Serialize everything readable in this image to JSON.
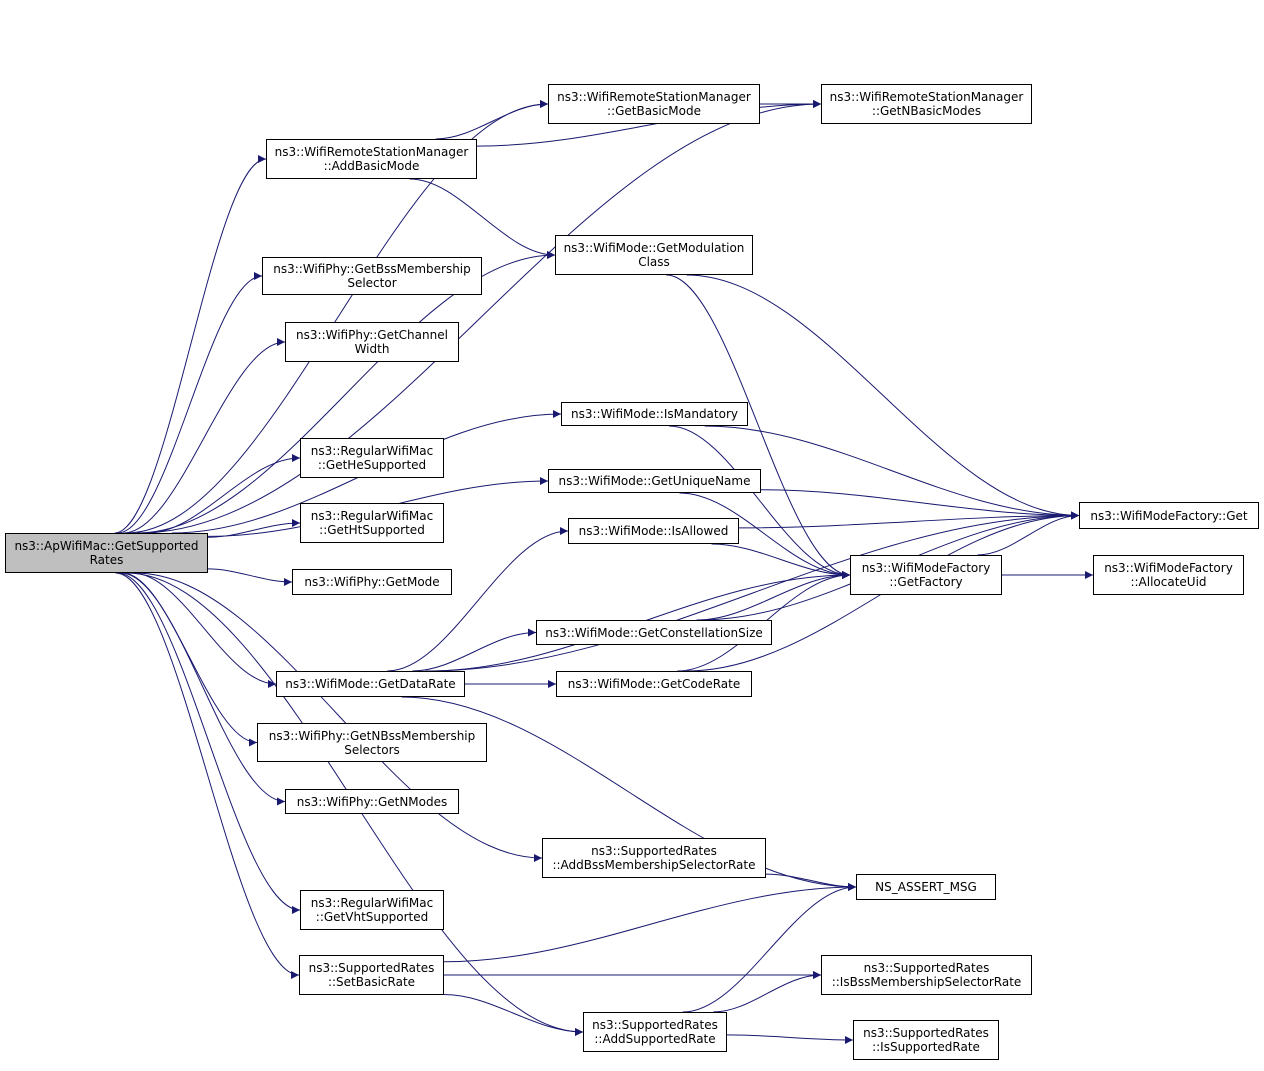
{
  "nodes": [
    {
      "id": "root",
      "lines": [
        "ns3::ApWifiMac::GetSupported",
        "Rates"
      ]
    },
    {
      "id": "getBasicMode",
      "lines": [
        "ns3::WifiRemoteStationManager",
        "::GetBasicMode"
      ]
    },
    {
      "id": "getNBasicModes",
      "lines": [
        "ns3::WifiRemoteStationManager",
        "::GetNBasicModes"
      ]
    },
    {
      "id": "addBasicMode",
      "lines": [
        "ns3::WifiRemoteStationManager",
        "::AddBasicMode"
      ]
    },
    {
      "id": "getModulationClass",
      "lines": [
        "ns3::WifiMode::GetModulation",
        "Class"
      ]
    },
    {
      "id": "getBssMembershipSelector",
      "lines": [
        "ns3::WifiPhy::GetBssMembership",
        "Selector"
      ]
    },
    {
      "id": "getChannelWidth",
      "lines": [
        "ns3::WifiPhy::GetChannel",
        "Width"
      ]
    },
    {
      "id": "isMandatory",
      "lines": [
        "ns3::WifiMode::IsMandatory"
      ]
    },
    {
      "id": "getHeSupported",
      "lines": [
        "ns3::RegularWifiMac",
        "::GetHeSupported"
      ]
    },
    {
      "id": "getUniqueName",
      "lines": [
        "ns3::WifiMode::GetUniqueName"
      ]
    },
    {
      "id": "factoryGet",
      "lines": [
        "ns3::WifiModeFactory::Get"
      ]
    },
    {
      "id": "getHtSupported",
      "lines": [
        "ns3::RegularWifiMac",
        "::GetHtSupported"
      ]
    },
    {
      "id": "isAllowed",
      "lines": [
        "ns3::WifiMode::IsAllowed"
      ]
    },
    {
      "id": "getFactory",
      "lines": [
        "ns3::WifiModeFactory",
        "::GetFactory"
      ]
    },
    {
      "id": "allocateUid",
      "lines": [
        "ns3::WifiModeFactory",
        "::AllocateUid"
      ]
    },
    {
      "id": "getMode",
      "lines": [
        "ns3::WifiPhy::GetMode"
      ]
    },
    {
      "id": "getConstellationSize",
      "lines": [
        "ns3::WifiMode::GetConstellationSize"
      ]
    },
    {
      "id": "getDataRate",
      "lines": [
        "ns3::WifiMode::GetDataRate"
      ]
    },
    {
      "id": "getCodeRate",
      "lines": [
        "ns3::WifiMode::GetCodeRate"
      ]
    },
    {
      "id": "getNBssMembershipSelectors",
      "lines": [
        "ns3::WifiPhy::GetNBssMembership",
        "Selectors"
      ]
    },
    {
      "id": "getNModes",
      "lines": [
        "ns3::WifiPhy::GetNModes"
      ]
    },
    {
      "id": "addBssMembershipSelectorRate",
      "lines": [
        "ns3::SupportedRates",
        "::AddBssMembershipSelectorRate"
      ]
    },
    {
      "id": "nsAssertMsg",
      "lines": [
        "NS_ASSERT_MSG"
      ]
    },
    {
      "id": "getVhtSupported",
      "lines": [
        "ns3::RegularWifiMac",
        "::GetVhtSupported"
      ]
    },
    {
      "id": "setBasicRate",
      "lines": [
        "ns3::SupportedRates",
        "::SetBasicRate"
      ]
    },
    {
      "id": "isBssMembershipSelectorRate",
      "lines": [
        "ns3::SupportedRates",
        "::IsBssMembershipSelectorRate"
      ]
    },
    {
      "id": "addSupportedRate",
      "lines": [
        "ns3::SupportedRates",
        "::AddSupportedRate"
      ]
    },
    {
      "id": "isSupportedRate",
      "lines": [
        "ns3::SupportedRates",
        "::IsSupportedRate"
      ]
    }
  ],
  "edges": [
    [
      "root",
      "getBasicMode"
    ],
    [
      "root",
      "getNBasicModes"
    ],
    [
      "root",
      "addBasicMode"
    ],
    [
      "root",
      "getModulationClass"
    ],
    [
      "root",
      "getBssMembershipSelector"
    ],
    [
      "root",
      "getChannelWidth"
    ],
    [
      "root",
      "isMandatory"
    ],
    [
      "root",
      "getHeSupported"
    ],
    [
      "root",
      "getUniqueName"
    ],
    [
      "root",
      "getHtSupported"
    ],
    [
      "root",
      "getMode"
    ],
    [
      "root",
      "getDataRate"
    ],
    [
      "root",
      "getNBssMembershipSelectors"
    ],
    [
      "root",
      "getNModes"
    ],
    [
      "root",
      "addBssMembershipSelectorRate"
    ],
    [
      "root",
      "getVhtSupported"
    ],
    [
      "root",
      "setBasicRate"
    ],
    [
      "root",
      "addSupportedRate"
    ],
    [
      "getBasicMode",
      "getNBasicModes"
    ],
    [
      "addBasicMode",
      "getBasicMode"
    ],
    [
      "addBasicMode",
      "getNBasicModes"
    ],
    [
      "addBasicMode",
      "getModulationClass"
    ],
    [
      "getModulationClass",
      "getFactory"
    ],
    [
      "getModulationClass",
      "factoryGet"
    ],
    [
      "isMandatory",
      "getFactory"
    ],
    [
      "isMandatory",
      "factoryGet"
    ],
    [
      "getUniqueName",
      "getFactory"
    ],
    [
      "getUniqueName",
      "factoryGet"
    ],
    [
      "isAllowed",
      "getFactory"
    ],
    [
      "isAllowed",
      "factoryGet"
    ],
    [
      "getFactory",
      "factoryGet"
    ],
    [
      "getFactory",
      "allocateUid"
    ],
    [
      "getDataRate",
      "isAllowed"
    ],
    [
      "getDataRate",
      "getFactory"
    ],
    [
      "getDataRate",
      "getConstellationSize"
    ],
    [
      "getDataRate",
      "getCodeRate"
    ],
    [
      "getDataRate",
      "factoryGet"
    ],
    [
      "getDataRate",
      "nsAssertMsg"
    ],
    [
      "getConstellationSize",
      "getFactory"
    ],
    [
      "getConstellationSize",
      "factoryGet"
    ],
    [
      "getCodeRate",
      "getFactory"
    ],
    [
      "getCodeRate",
      "factoryGet"
    ],
    [
      "addBssMembershipSelectorRate",
      "nsAssertMsg"
    ],
    [
      "setBasicRate",
      "nsAssertMsg"
    ],
    [
      "setBasicRate",
      "isBssMembershipSelectorRate"
    ],
    [
      "setBasicRate",
      "addSupportedRate"
    ],
    [
      "addSupportedRate",
      "nsAssertMsg"
    ],
    [
      "addSupportedRate",
      "isBssMembershipSelectorRate"
    ],
    [
      "addSupportedRate",
      "isSupportedRate"
    ]
  ],
  "colors": {
    "edge": "#191970",
    "node_border": "#000000",
    "root_fill": "#bfbfbf",
    "node_fill": "#ffffff"
  }
}
